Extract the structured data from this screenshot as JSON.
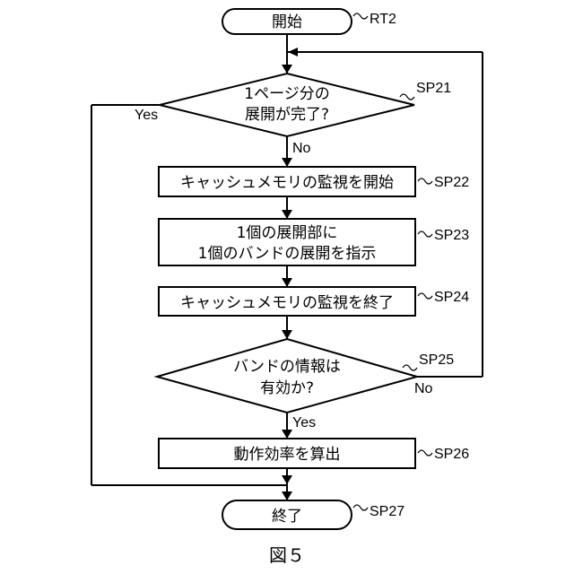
{
  "figure_caption": "図５",
  "nodes": {
    "start": {
      "text": "開始",
      "ref": "RT2"
    },
    "sp21": {
      "line1": "1ページ分の",
      "line2": "展開が完了?",
      "ref": "SP21"
    },
    "sp22": {
      "text": "キャッシュメモリの監視を開始",
      "ref": "SP22"
    },
    "sp23": {
      "line1": "1個の展開部に",
      "line2": "1個のバンドの展開を指示",
      "ref": "SP23"
    },
    "sp24": {
      "text": "キャッシュメモリの監視を終了",
      "ref": "SP24"
    },
    "sp25": {
      "line1": "バンドの情報は",
      "line2": "有効か?",
      "ref": "SP25"
    },
    "sp26": {
      "text": "動作効率を算出",
      "ref": "SP26"
    },
    "end": {
      "text": "終了",
      "ref": "SP27"
    }
  },
  "edges": {
    "sp21_yes": "Yes",
    "sp21_no": "No",
    "sp25_yes": "Yes",
    "sp25_no": "No"
  },
  "ref_mark": "~"
}
